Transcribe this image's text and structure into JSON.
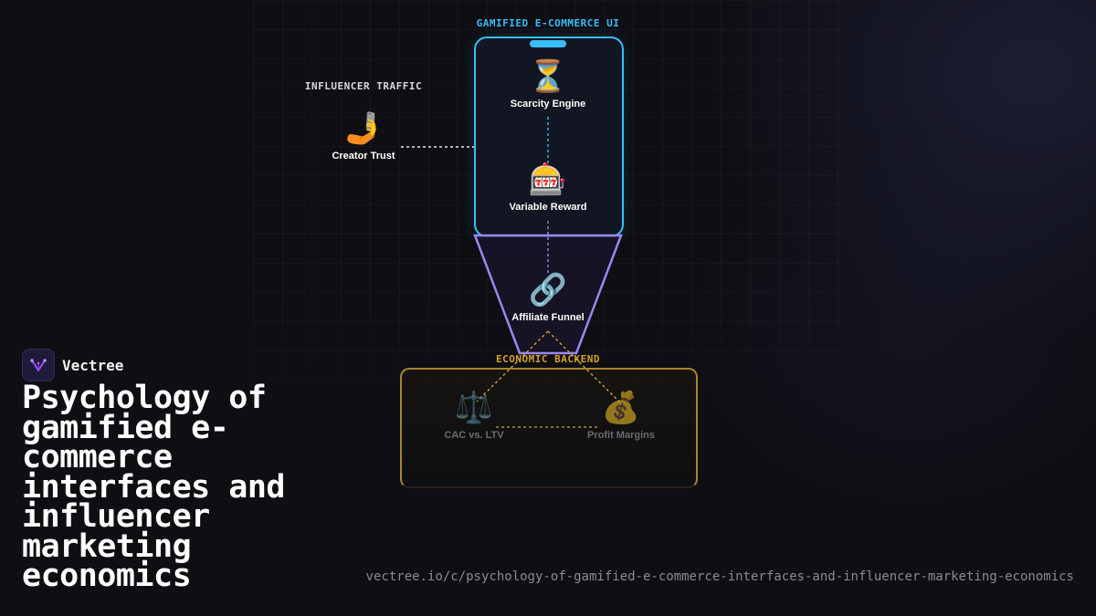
{
  "diagram": {
    "sections": {
      "influencer": "INFLUENCER TRAFFIC",
      "ui": "GAMIFIED E-COMMERCE UI",
      "backend": "ECONOMIC BACKEND"
    },
    "nodes": {
      "creator_trust": {
        "icon": "selfie-icon",
        "glyph": "🤳",
        "label": "Creator Trust"
      },
      "scarcity_engine": {
        "icon": "hourglass-icon",
        "glyph": "⏳",
        "label": "Scarcity Engine"
      },
      "variable_reward": {
        "icon": "slot-machine-icon",
        "glyph": "🎰",
        "label": "Variable Reward"
      },
      "affiliate_funnel": {
        "icon": "link-icon",
        "glyph": "🔗",
        "label": "Affiliate Funnel"
      },
      "cac_ltv": {
        "icon": "scales-icon",
        "glyph": "⚖️",
        "label": "CAC vs. LTV"
      },
      "profit_margins": {
        "icon": "money-bag-icon",
        "glyph": "💰",
        "label": "Profit Margins"
      }
    },
    "colors": {
      "ui": "#38bdf8",
      "funnel": "#9b87f5",
      "backend": "#d4a22a",
      "influencer_label": "#d8d8e0"
    }
  },
  "brand": {
    "name": "Vectree",
    "icon": "vectree-logo-icon"
  },
  "headline": "Psychology of gamified e-commerce interfaces and influencer marketing economics",
  "url": "vectree.io/c/psychology-of-gamified-e-commerce-interfaces-and-influencer-marketing-economics"
}
